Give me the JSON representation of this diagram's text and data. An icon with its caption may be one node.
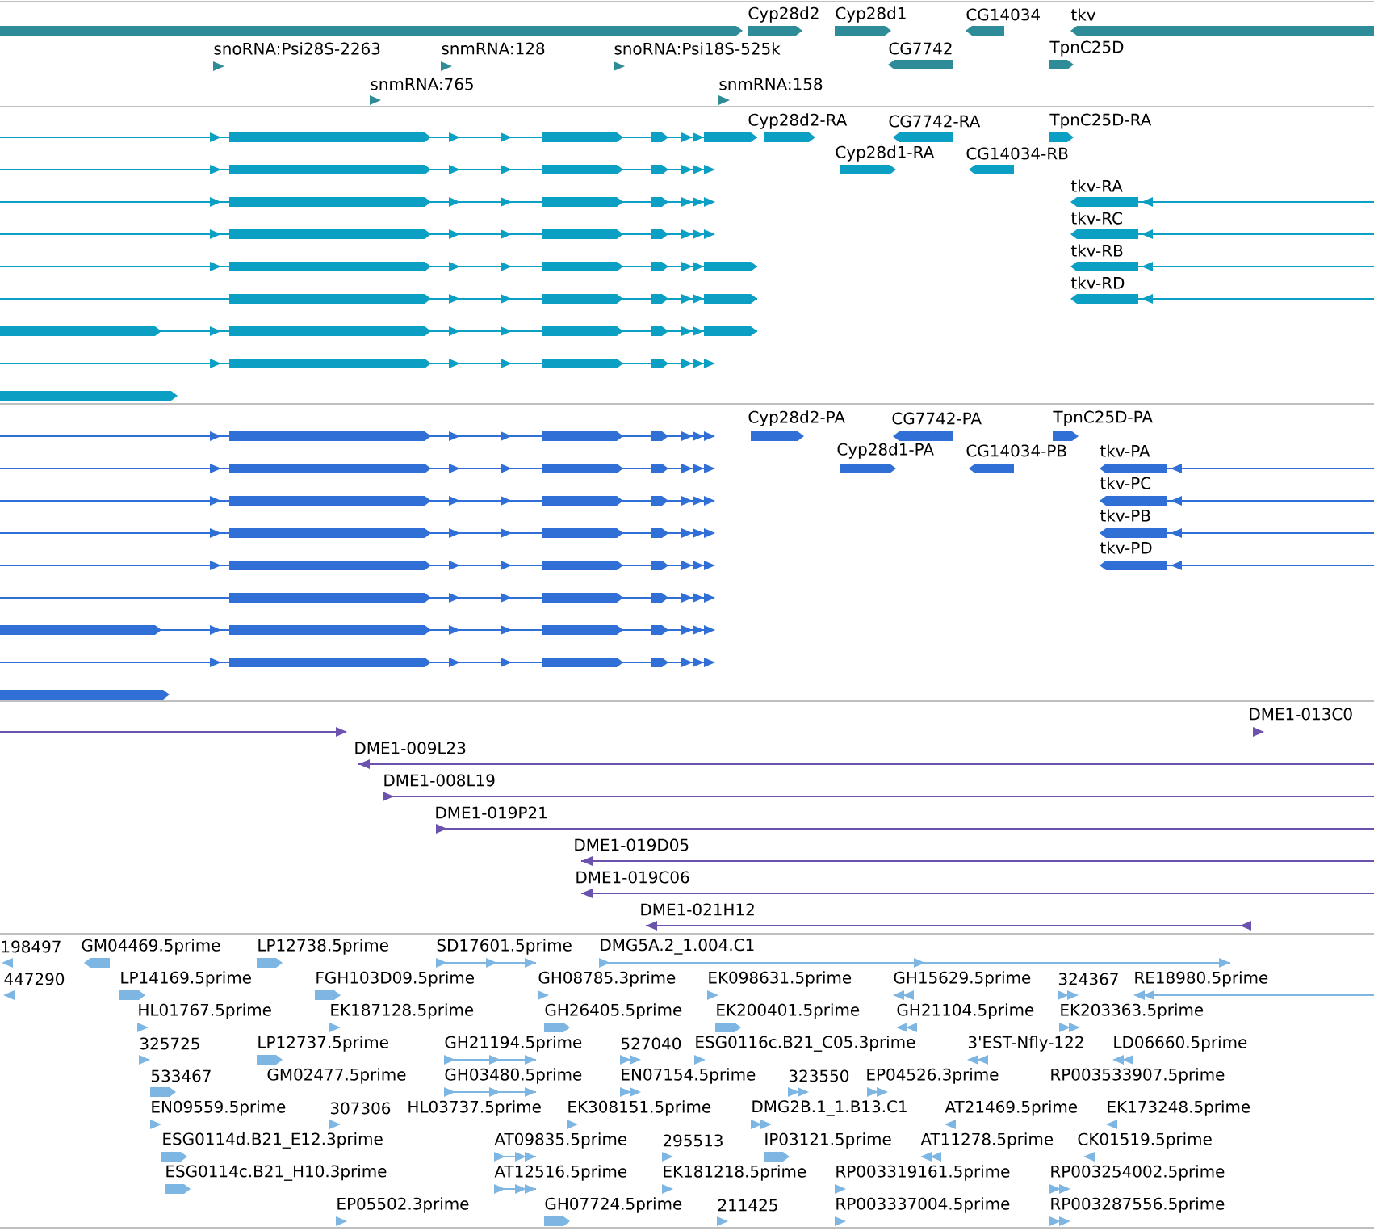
{
  "diagram": {
    "labels": [
      "Cyp28d2",
      "Cyp28d1",
      "CG14034",
      "tkv",
      "snoRNA:Psi28S-2263",
      "snmRNA:128",
      "snoRNA:Psi18S-525k",
      "CG7742",
      "TpnC25D",
      "snmRNA:765",
      "snmRNA:158",
      "Cyp28d2-RA",
      "CG7742-RA",
      "TpnC25D-RA",
      "Cyp28d1-RA",
      "CG14034-RB",
      "tkv-RA",
      "tkv-RC",
      "tkv-RB",
      "tkv-RD",
      "Cyp28d2-PA",
      "CG7742-PA",
      "TpnC25D-PA",
      "Cyp28d1-PA",
      "CG14034-PB",
      "tkv-PA",
      "tkv-PC",
      "tkv-PB",
      "tkv-PD",
      "DME1-013C0",
      "DME1-009L23",
      "DME1-008L19",
      "DME1-019P21",
      "DME1-019D05",
      "DME1-019C06",
      "DME1-021H12",
      "198497",
      "GM04469.5prime",
      "LP12738.5prime",
      "SD17601.5prime",
      "DMG5A.2_1.004.C1",
      "447290",
      "LP14169.5prime",
      "FGH103D09.5prime",
      "GH08785.3prime",
      "EK098631.5prime",
      "GH15629.5prime",
      "324367",
      "RE18980.5prime",
      "HL01767.5prime",
      "EK187128.5prime",
      "GH26405.5prime",
      "EK200401.5prime",
      "GH21104.5prime",
      "EK203363.5prime",
      "325725",
      "LP12737.5prime",
      "GH21194.5prime",
      "527040",
      "ESG0116c.B21_C05.3prime",
      "3'EST-Nfly-122",
      "LD06660.5prime",
      "533467",
      "GM02477.5prime",
      "GH03480.5prime",
      "EN07154.5prime",
      "323550",
      "EP04526.3prime",
      "RP003533907.5prime",
      "EN09559.5prime",
      "307306",
      "HL03737.5prime",
      "EK308151.5prime",
      "DMG2B.1_1.B13.C1",
      "AT21469.5prime",
      "EK173248.5prime",
      "ESG0114d.B21_E12.3prime",
      "AT09835.5prime",
      "295513",
      "IP03121.5prime",
      "AT11278.5prime",
      "CK01519.5prime",
      "ESG0114c.B21_H10.3prime",
      "AT12516.5prime",
      "EK181218.5prime",
      "RP003319161.5prime",
      "RP003254002.5prime",
      "EP05502.3prime",
      "GH07724.5prime",
      "211425",
      "RP003337004.5prime",
      "RP003287556.5prime"
    ]
  }
}
